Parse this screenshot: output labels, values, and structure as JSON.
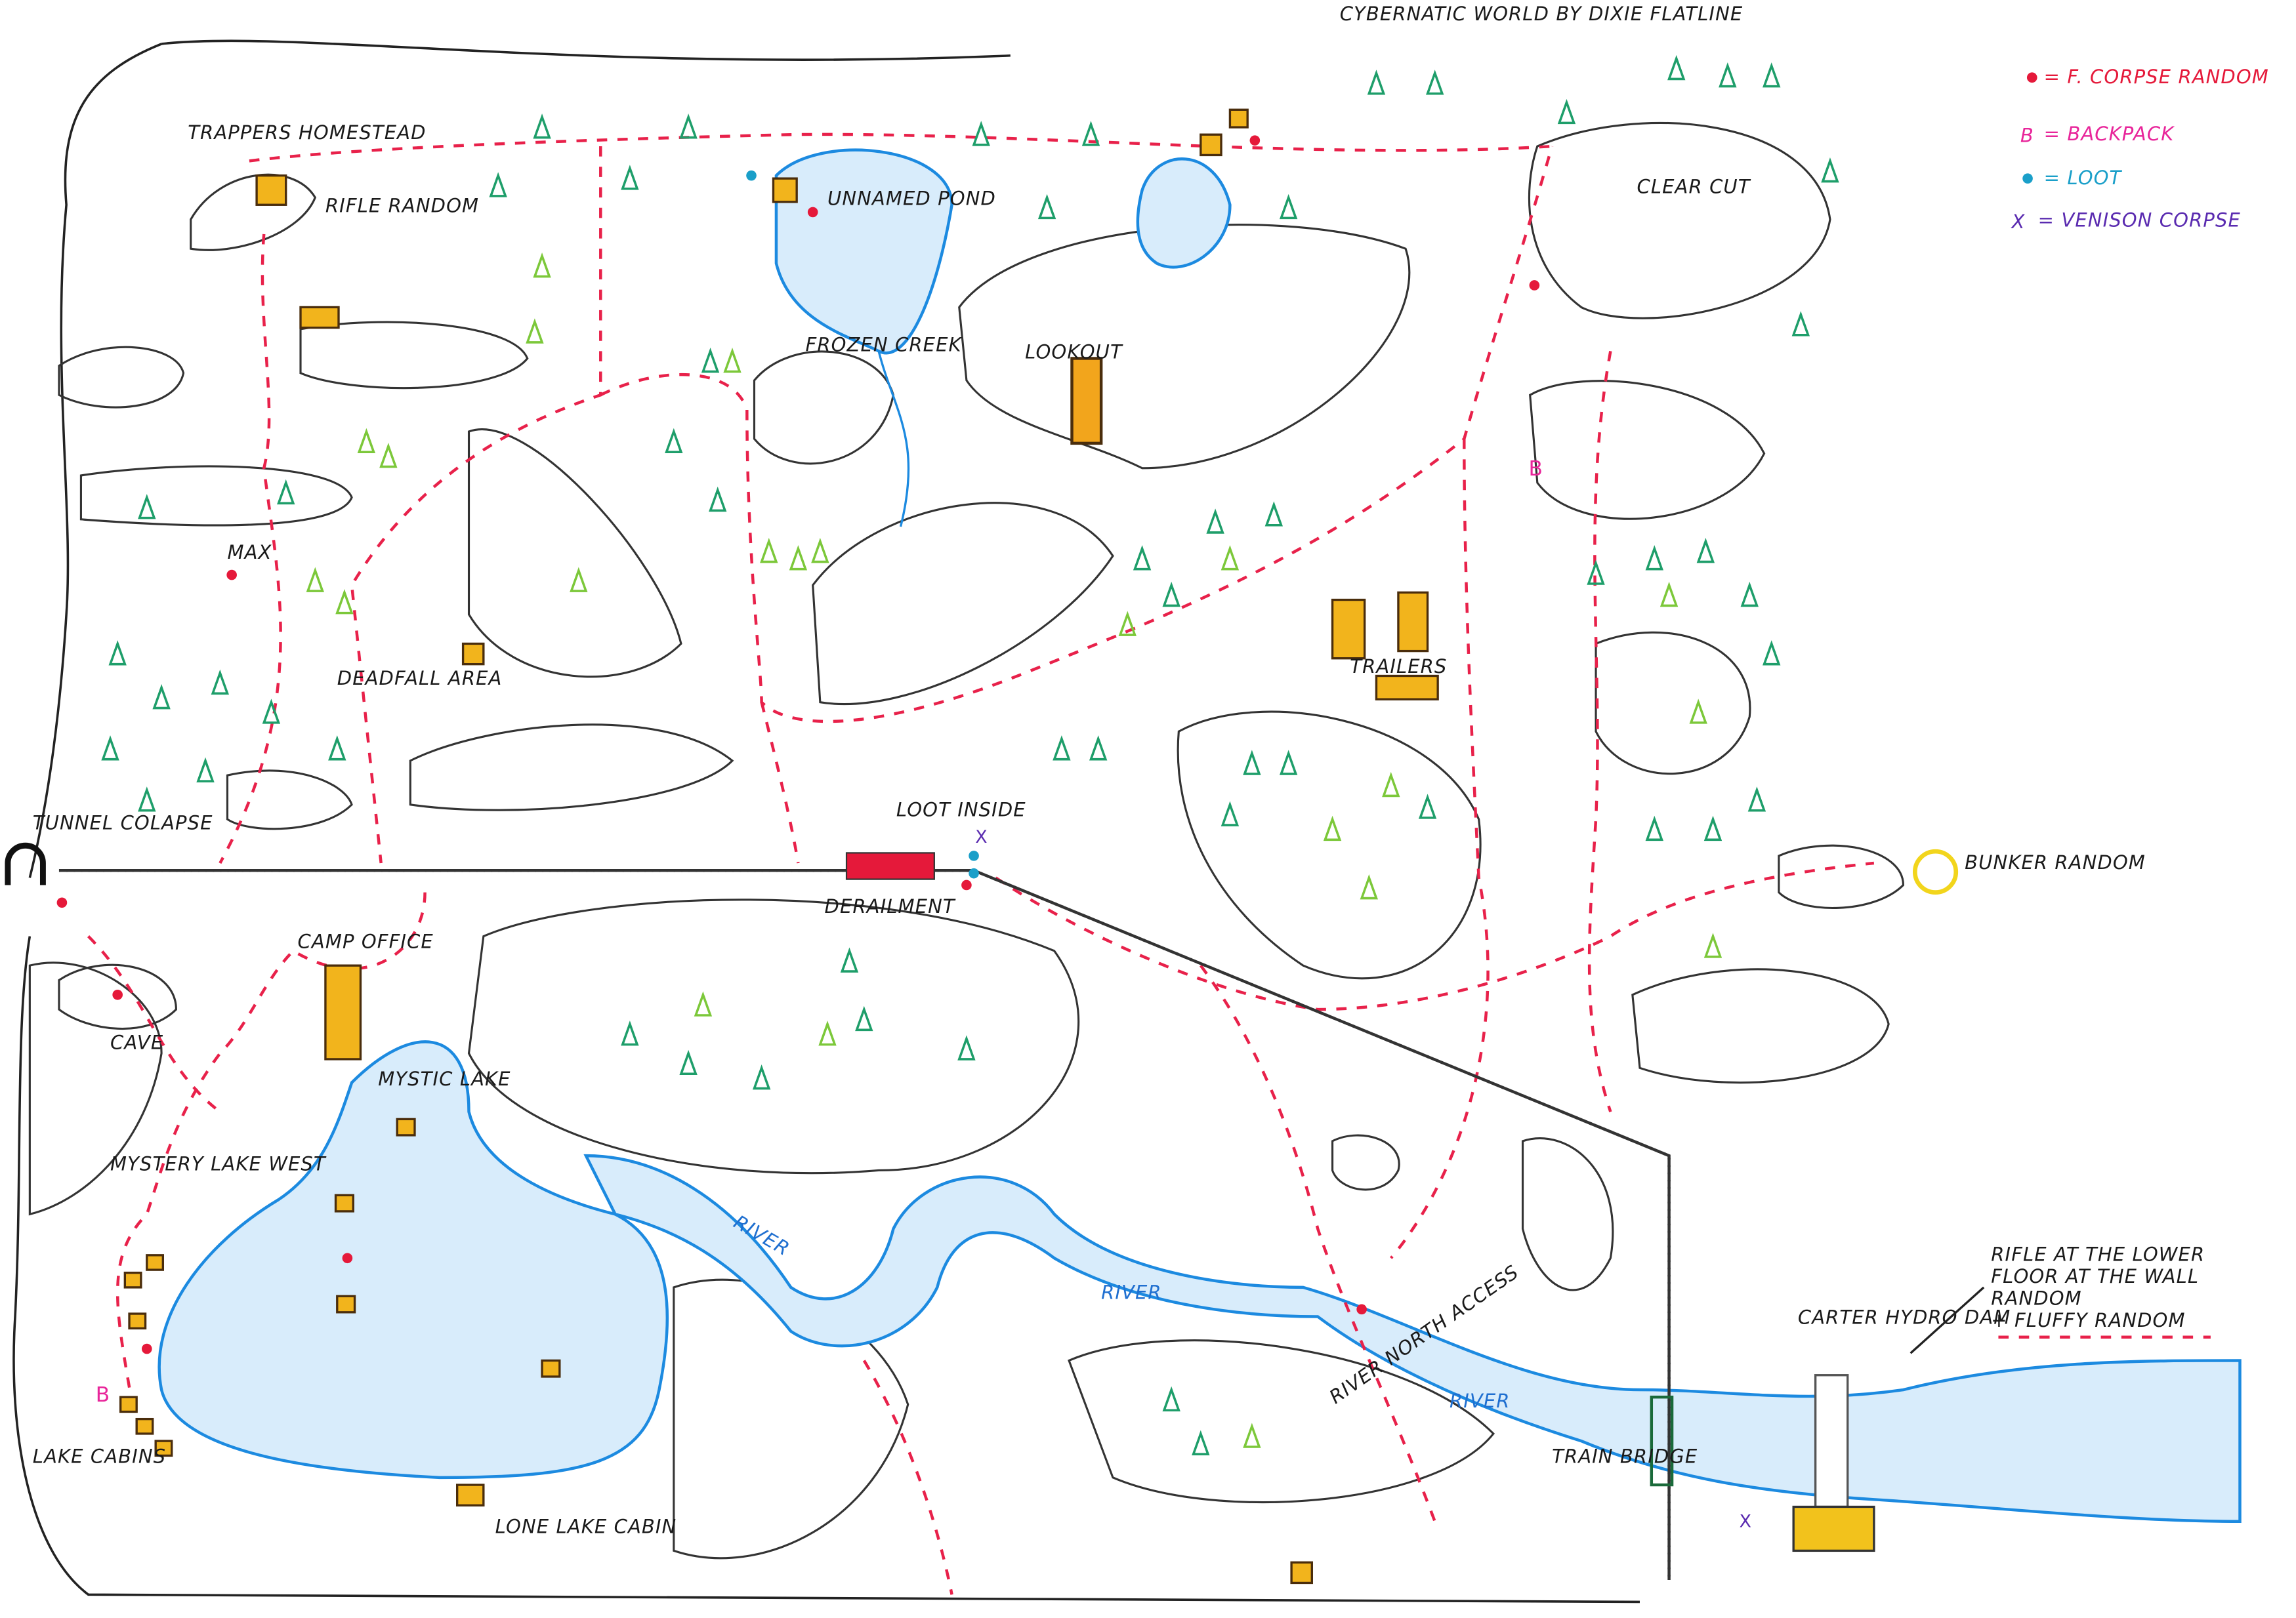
{
  "title": "CYBERNATIC WORLD   BY DIXIE FLATLINE",
  "legend": {
    "corpse": "= F. CORPSE RANDOM",
    "backpack_symbol": "B",
    "backpack": "= BACKPACK",
    "loot": "= LOOT",
    "venison_symbol": "X",
    "venison": "= VENISON CORPSE"
  },
  "labels": {
    "trappers": "TRAPPERS HOMESTEAD",
    "rifle": "RIFLE RANDOM",
    "pond": "UNNAMED POND",
    "creek": "FROZEN CREEK",
    "lookout": "LOOKOUT",
    "clearcut": "CLEAR CUT",
    "max": "MAX",
    "deadfall": "DEADFALL AREA",
    "trailers": "TRAILERS",
    "tunnel": "TUNNEL COLAPSE",
    "loot_inside": "LOOT INSIDE",
    "derailment": "DERAILMENT",
    "bunker": "BUNKER RANDOM",
    "camp_office": "CAMP OFFICE",
    "cave": "CAVE",
    "mystic_lake": "MYSTIC LAKE",
    "mystery_lake_west": "MYSTERY LAKE WEST",
    "river1": "RIVER",
    "river2": "RIVER",
    "river3": "RIVER",
    "river_north": "RIVER NORTH ACCESS",
    "lake_cabins": "LAKE CABINS",
    "lone_lake_cabin": "LONE LAKE CABIN",
    "train_bridge": "TRAIN BRIDGE",
    "dam": "CARTER HYDRO DAM",
    "dam_note": [
      "RIFLE AT THE LOWER",
      "FLOOR AT THE WALL",
      "RANDOM",
      "+ FLUFFY RANDOM"
    ],
    "backpack_marker": "B"
  },
  "colors": {
    "trail": "#e8214a",
    "water": "#1c8ae0",
    "corpse": "#e5193a",
    "loot": "#1a9fc9",
    "venison": "#5a2bb0",
    "backpack": "#e8259a"
  }
}
